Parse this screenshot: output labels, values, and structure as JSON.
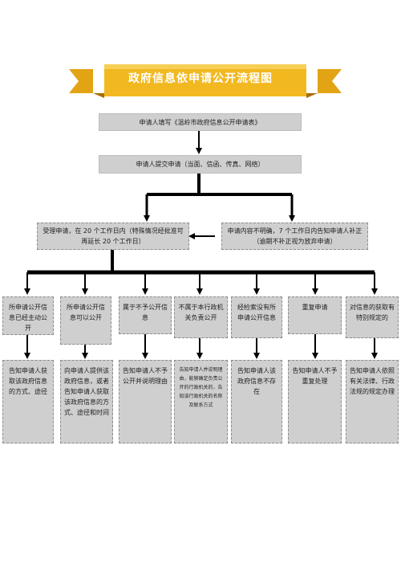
{
  "title": "政府信息依申请公开流程图",
  "step1": "申请人填写《温岭市政府信息公开申请表》",
  "step2": "申请人提交申请（当面、信函、传真、网络）",
  "accept": "受理申请，在 20 个工作日内（特殊情况经批准可再延长 20 个工作日）",
  "unclear": "申请内容不明确，7 个工作日内告知申请人补正（逾期不补正视为放弃申请）",
  "categories": [
    "所申请公开信息已经主动公开",
    "所申请公开信息可以公开",
    "属于不予公开信息",
    "不属于本行政机关负责公开",
    "经检索没有所申请公开信息",
    "重复申请",
    "对信息的获取有特别规定的"
  ],
  "results": [
    "告知申请人获取该政府信息的方式、途径",
    "向申请人提供该政府信息，或者告知申请人获取该政府信息的方式、途径和时间",
    "告知申请人不予公开并说明理由",
    "告知申请人并说明理由，能够确定负责公开的行政机关的，告知该行政机关的名称及联系方式",
    "告知申请人该政府信息不存在",
    "告知申请人不予重复处理",
    "告知申请人依照有关法律、行政法规的规定办理"
  ],
  "colors": {
    "banner": "#f2b820",
    "banner_dark": "#c98a08",
    "box": "#cfcfcf",
    "line": "#000000"
  }
}
